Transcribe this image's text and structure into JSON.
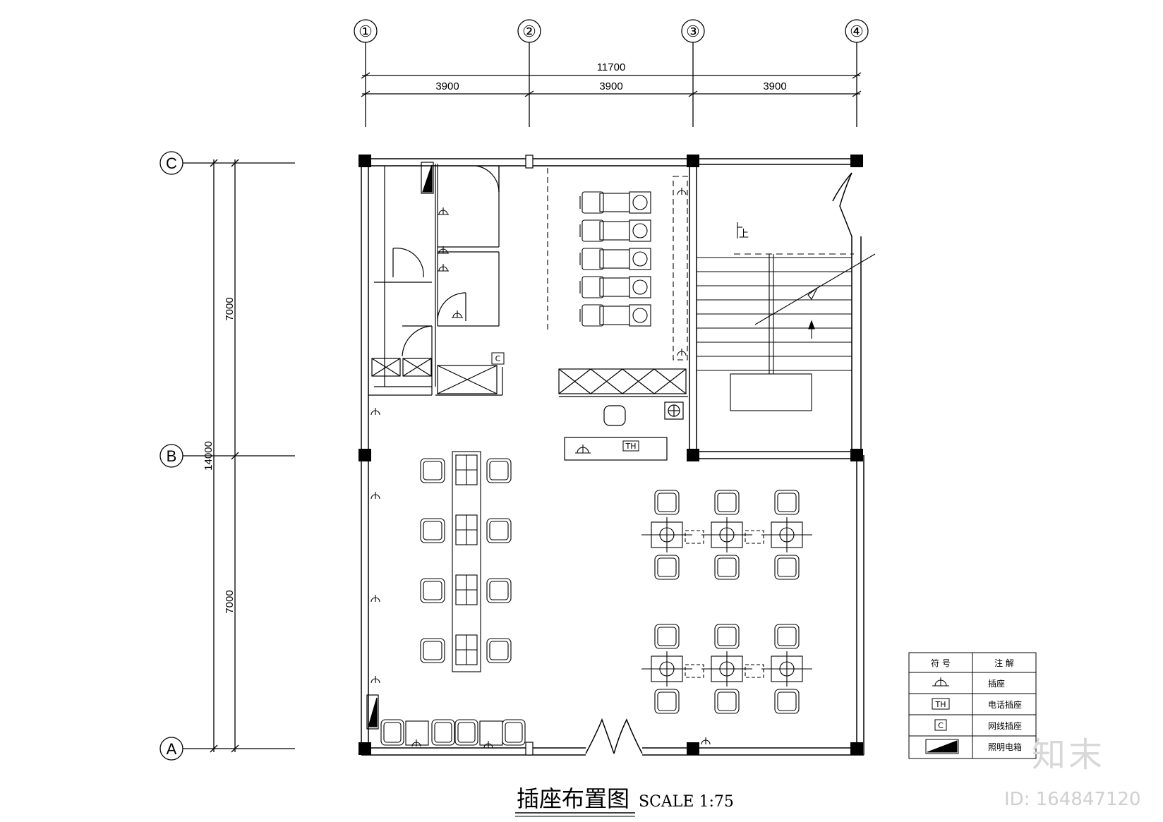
{
  "grid_axes": {
    "columns": [
      "①",
      "②",
      "③",
      "④"
    ],
    "rows": [
      "C",
      "B",
      "A"
    ]
  },
  "dimensions": {
    "top_total": "11700",
    "top_segments": [
      "3900",
      "3900",
      "3900"
    ],
    "left_segments": [
      "7000",
      "7000"
    ],
    "left_total": "14000"
  },
  "stair_label": "上",
  "room_labels": {
    "network_socket_mark": "C",
    "phone_socket_mark": "TH"
  },
  "legend": {
    "headers": [
      "符 号",
      "注  解"
    ],
    "rows": [
      {
        "icon": "socket-symbol-icon",
        "symbol_text": "",
        "note": "插座"
      },
      {
        "icon": "phone-socket-box-icon",
        "symbol_text": "TH",
        "note": "电话插座"
      },
      {
        "icon": "network-socket-box-icon",
        "symbol_text": "C",
        "note": "网线插座"
      },
      {
        "icon": "distribution-box-icon",
        "symbol_text": "",
        "note": "照明电箱"
      }
    ]
  },
  "title": {
    "main": "插座布置图",
    "scale": "SCALE 1:75"
  },
  "watermark": {
    "logo": "知末",
    "id": "ID: 164847120"
  }
}
